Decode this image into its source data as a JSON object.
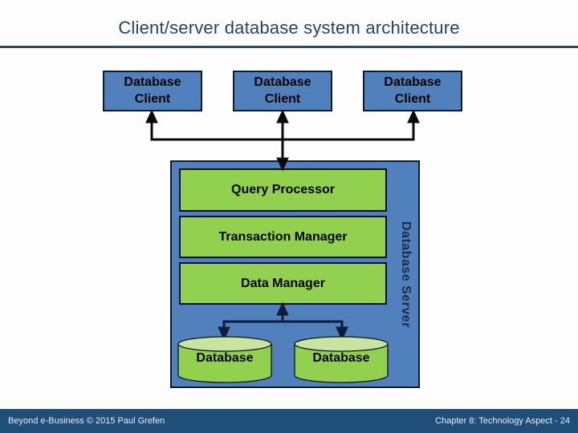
{
  "slide": {
    "title": "Client/server database system architecture",
    "footer": {
      "left": "Beyond e-Business © 2015 Paul Grefen",
      "right": "Chapter 8: Technology Aspect - 24"
    }
  },
  "diagram": {
    "clients": [
      {
        "label": "Database Client"
      },
      {
        "label": "Database Client"
      },
      {
        "label": "Database Client"
      }
    ],
    "server": {
      "label": "Database Server",
      "components": [
        "Query Processor",
        "Transaction Manager",
        "Data Manager"
      ],
      "databases": [
        "Database",
        "Database"
      ]
    },
    "colors": {
      "box_blue": "#5081bd",
      "component_green": "#92d050",
      "cylinder_top_green": "#c7e5a0",
      "connector_black": "#0a0a0a",
      "connector_navy": "#121c38",
      "title_navy": "#24436b",
      "rule_navy": "#1f4e79",
      "footer_bar_navy": "#1f4e79",
      "footer_text": "#e9eff7"
    }
  }
}
